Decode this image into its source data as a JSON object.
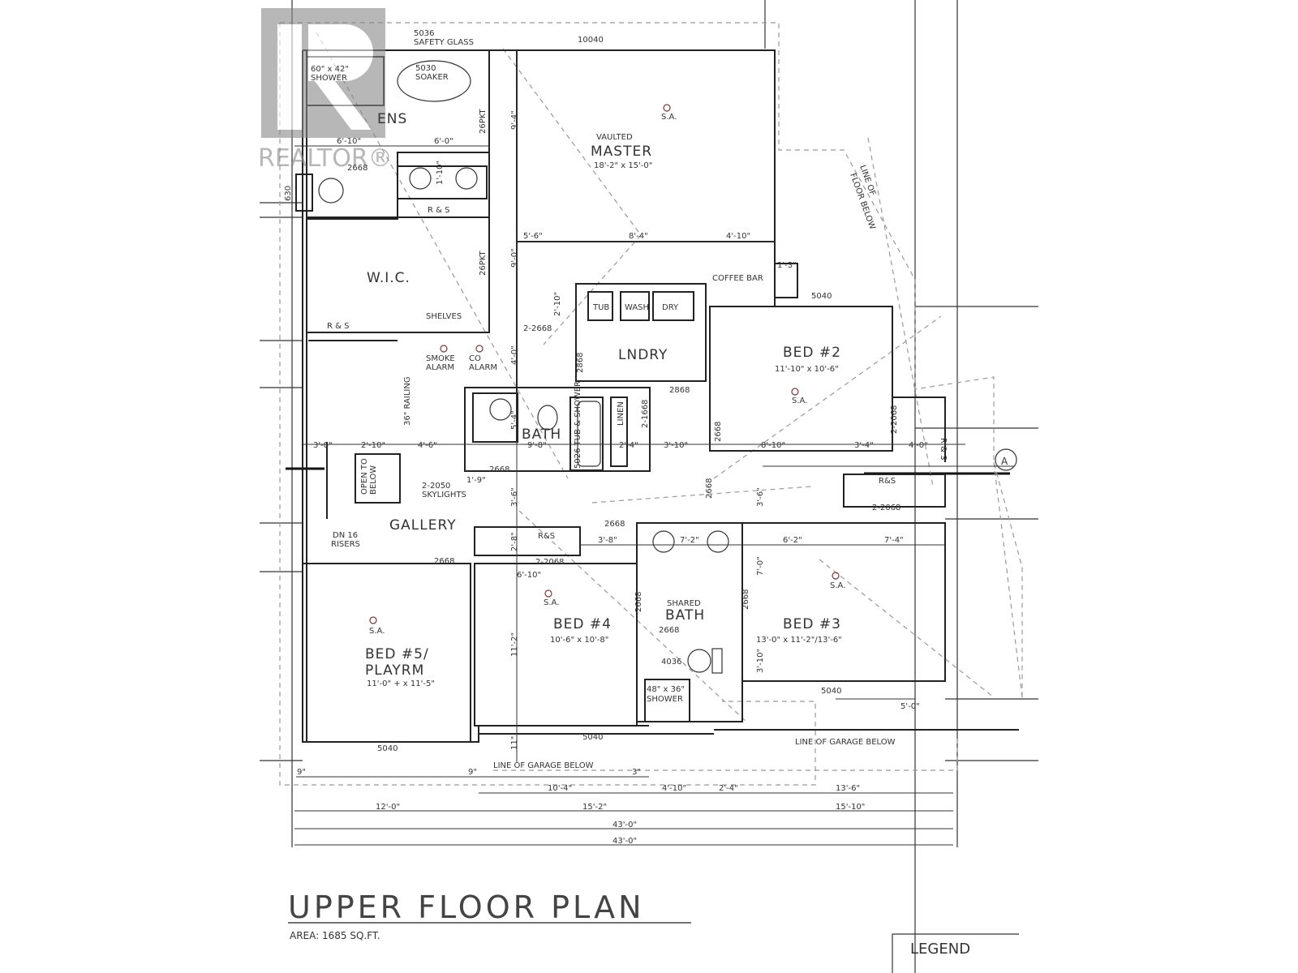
{
  "watermark": {
    "brand": "REALTOR®"
  },
  "title": "UPPER FLOOR PLAN",
  "area": "AREA: 1685 SQ.FT.",
  "legend": "LEGEND",
  "section_marker": "A",
  "rooms": {
    "ens": "ENS",
    "master_note": "VAULTED",
    "master": "MASTER",
    "master_size": "18'-2\" x 15'-0\"",
    "wic": "W.I.C.",
    "lndry": "LNDRY",
    "bed2": "BED #2",
    "bed2_size": "11'-10\" x 10'-6\"",
    "bath": "BATH",
    "gallery": "GALLERY",
    "bed5": "BED #5/",
    "bed5b": "PLAYRM",
    "bed5_size": "11'-0\" + x 11'-5\"",
    "bed4": "BED #4",
    "bed4_size": "10'-6\" x 10'-8\"",
    "shared": "SHARED",
    "shared_bath": "BATH",
    "bed3": "BED #3",
    "bed3_size": "13'-0\" x 11'-2\"/13'-6\""
  },
  "notes": {
    "win_5036": "5036",
    "safety_glass": "SAFETY GLASS",
    "win_10040": "10040",
    "shower1": "60\" x 42\"",
    "shower1b": "SHOWER",
    "soaker": "5030",
    "soakerb": "SOAKER",
    "sa": "S.A.",
    "d2668": "2668",
    "d630": "630",
    "rs": "R & S",
    "shelves": "SHELVES",
    "pkt": "26PKT",
    "coffee": "COFFEE BAR",
    "tub": "TUB",
    "wash": "WASH",
    "dry": "DRY",
    "d22668": "2-2668",
    "smoke": "SMOKE",
    "alarm": "ALARM",
    "co": "CO",
    "railing": "36\" RAILING",
    "d2868": "2868",
    "linen": "LINEN",
    "d21668": "2-1668",
    "tubshower": "5026 TUB & SHOWER",
    "open": "OPEN TO",
    "below": "BELOW",
    "skylights": "2-2050",
    "skylightsb": "SKYLIGHTS",
    "dn": "DN 16",
    "risers": "RISERS",
    "d22068": "2-2068",
    "w5040": "5040",
    "d4036": "4036",
    "shower2": "48\" x 36\"",
    "shower2b": "SHOWER",
    "line_floor": "LINE OF",
    "line_floorb": "FLOOR BELOW",
    "garage": "LINE OF GARAGE BELOW",
    "rs2": "R&S"
  },
  "dims": {
    "a": "6'-10\"",
    "b": "6'-0\"",
    "c": "9'-4\"",
    "d": "5'-6\"",
    "e": "8'-4\"",
    "f": "4'-10\"",
    "g": "9'-0\"",
    "h": "1'-3\"",
    "i": "2'-10\"",
    "j": "4'-0\"",
    "k": "3'-8\"",
    "l": "2'-10\"",
    "m": "4'-6\"",
    "n": "9'-8\"",
    "o": "2'-4\"",
    "p": "3'-10\"",
    "q": "8'-10\"",
    "r": "3'-4\"",
    "s": "4'-0\"",
    "t": "1'-9\"",
    "u": "3'-6\"",
    "v": "3'-8\"",
    "w": "7'-2\"",
    "x": "6'-2\"",
    "y": "7'-4\"",
    "z": "6'-10\"",
    "aa": "11'-2\"",
    "ab": "7'-0\"",
    "ac": "3'-10\"",
    "ad": "5'-0\"",
    "ae": "9\"",
    "af": "9\"",
    "ag": "3\"",
    "ah": "10'-4\"",
    "ai": "4'-10\"",
    "aj": "2'-4\"",
    "ak": "13'-6\"",
    "al": "12'-0\"",
    "am": "15'-2\"",
    "an": "15'-10\"",
    "ao": "43'-0\"",
    "ap": "43'-0\"",
    "aq": "1'-10\"",
    "ar": "2'-10\"",
    "as": "5'-4\"",
    "at": "2'-8\"",
    "au": "11\"",
    "av": "3'-6\""
  }
}
